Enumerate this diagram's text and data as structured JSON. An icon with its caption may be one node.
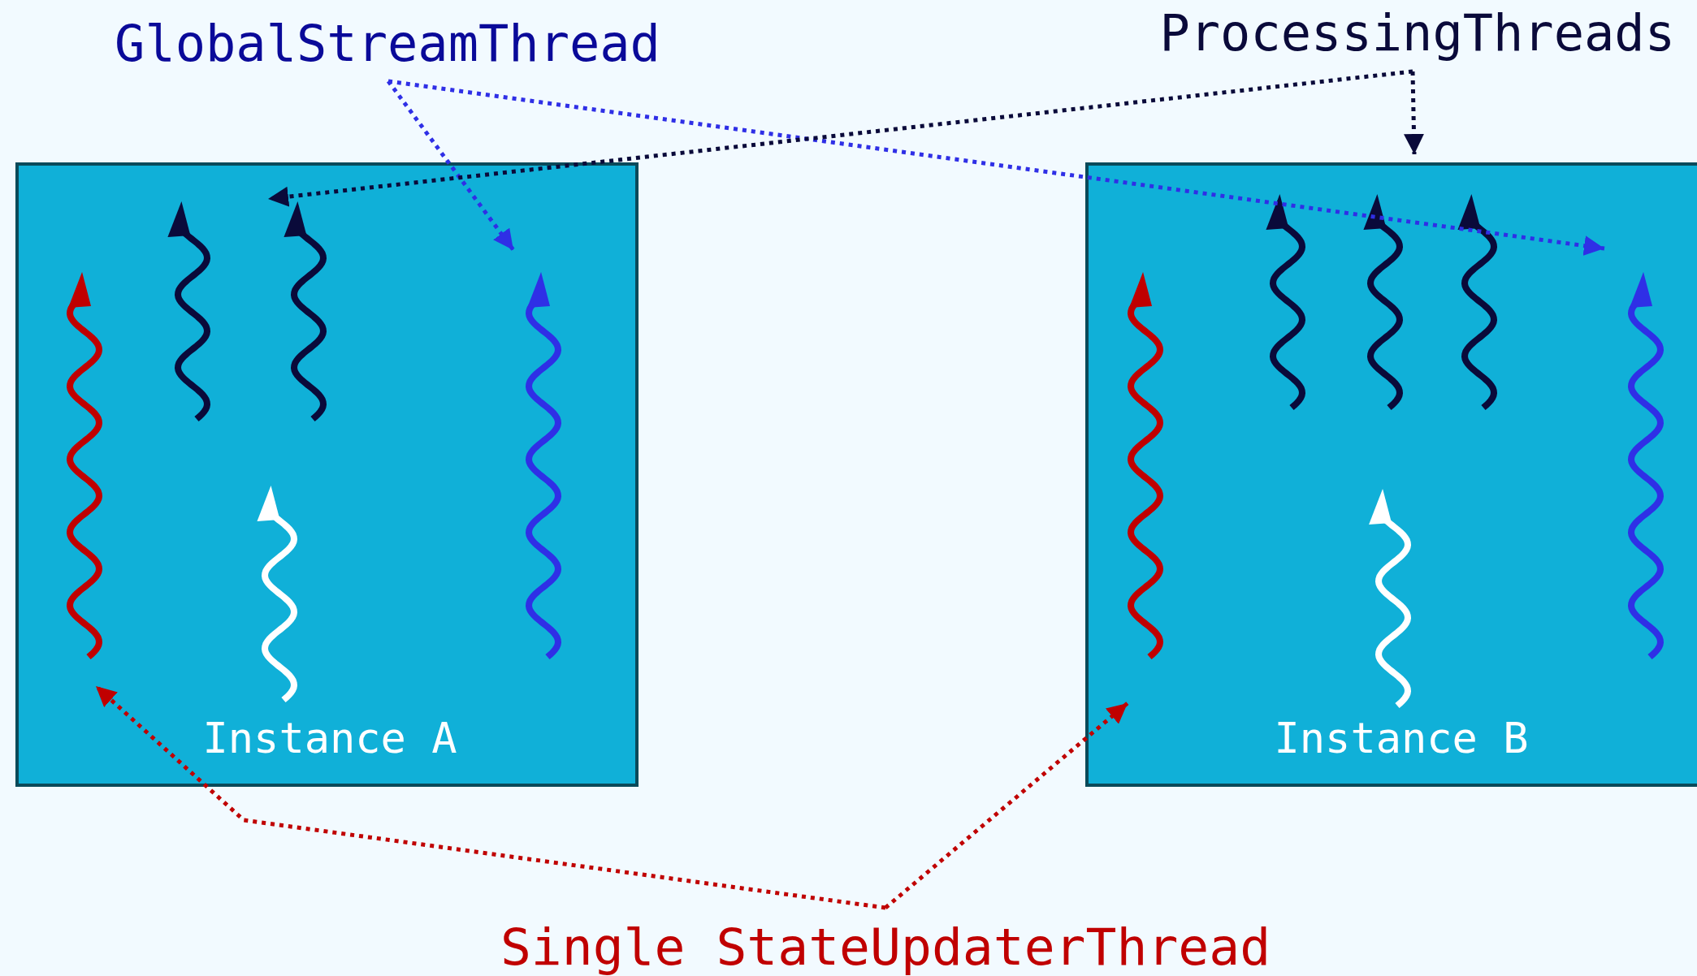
{
  "diagram": {
    "nodes": [
      {
        "text": [
          "GlobalStreamThread"
        ]
      },
      {
        "text": [
          "ProcessingThreads"
        ]
      },
      {
        "text": [
          "Instance A"
        ]
      },
      {
        "text": [],
        "shape": "arrow",
        "in": 2
      },
      {
        "text": [],
        "shape": "arrow",
        "in": 2
      },
      {
        "text": [],
        "shape": "arrow",
        "in": 2
      },
      {
        "text": [],
        "shape": "arrow",
        "in": 2
      },
      {
        "text": [],
        "shape": "arrow",
        "in": 2
      },
      {
        "text": [
          "Instance B"
        ]
      },
      {
        "text": [],
        "shape": "arrow",
        "in": 8
      },
      {
        "text": [],
        "shape": "arrow",
        "in": 8
      },
      {
        "text": [],
        "shape": "arrow",
        "in": 8
      },
      {
        "text": [],
        "shape": "arrow",
        "in": 8
      },
      {
        "text": [],
        "shape": "arrow",
        "in": 8
      },
      {
        "text": [],
        "shape": "arrow",
        "in": 8
      },
      {
        "text": [
          "Single StateUpdaterThread"
        ]
      }
    ],
    "edges": [
      {
        "from": 0,
        "to": 6,
        "arrow": "to",
        "style": "dashed",
        "color": "#2f2fe6"
      },
      {
        "from": 0,
        "to": 13,
        "arrow": "to",
        "style": "dashed",
        "color": "#2f2fe6"
      },
      {
        "from": 1,
        "to": 5,
        "arrow": "to",
        "style": "dashed",
        "color": "#0a0a3a"
      },
      {
        "from": 1,
        "to": 8,
        "arrow": "to",
        "style": "dashed",
        "color": "#0a0a3a"
      },
      {
        "from": 15,
        "to": 3,
        "arrow": "to",
        "style": "dashed",
        "color": "#c00000"
      },
      {
        "from": 15,
        "to": 9,
        "arrow": "to",
        "style": "dashed",
        "color": "#c00000"
      }
    ]
  }
}
